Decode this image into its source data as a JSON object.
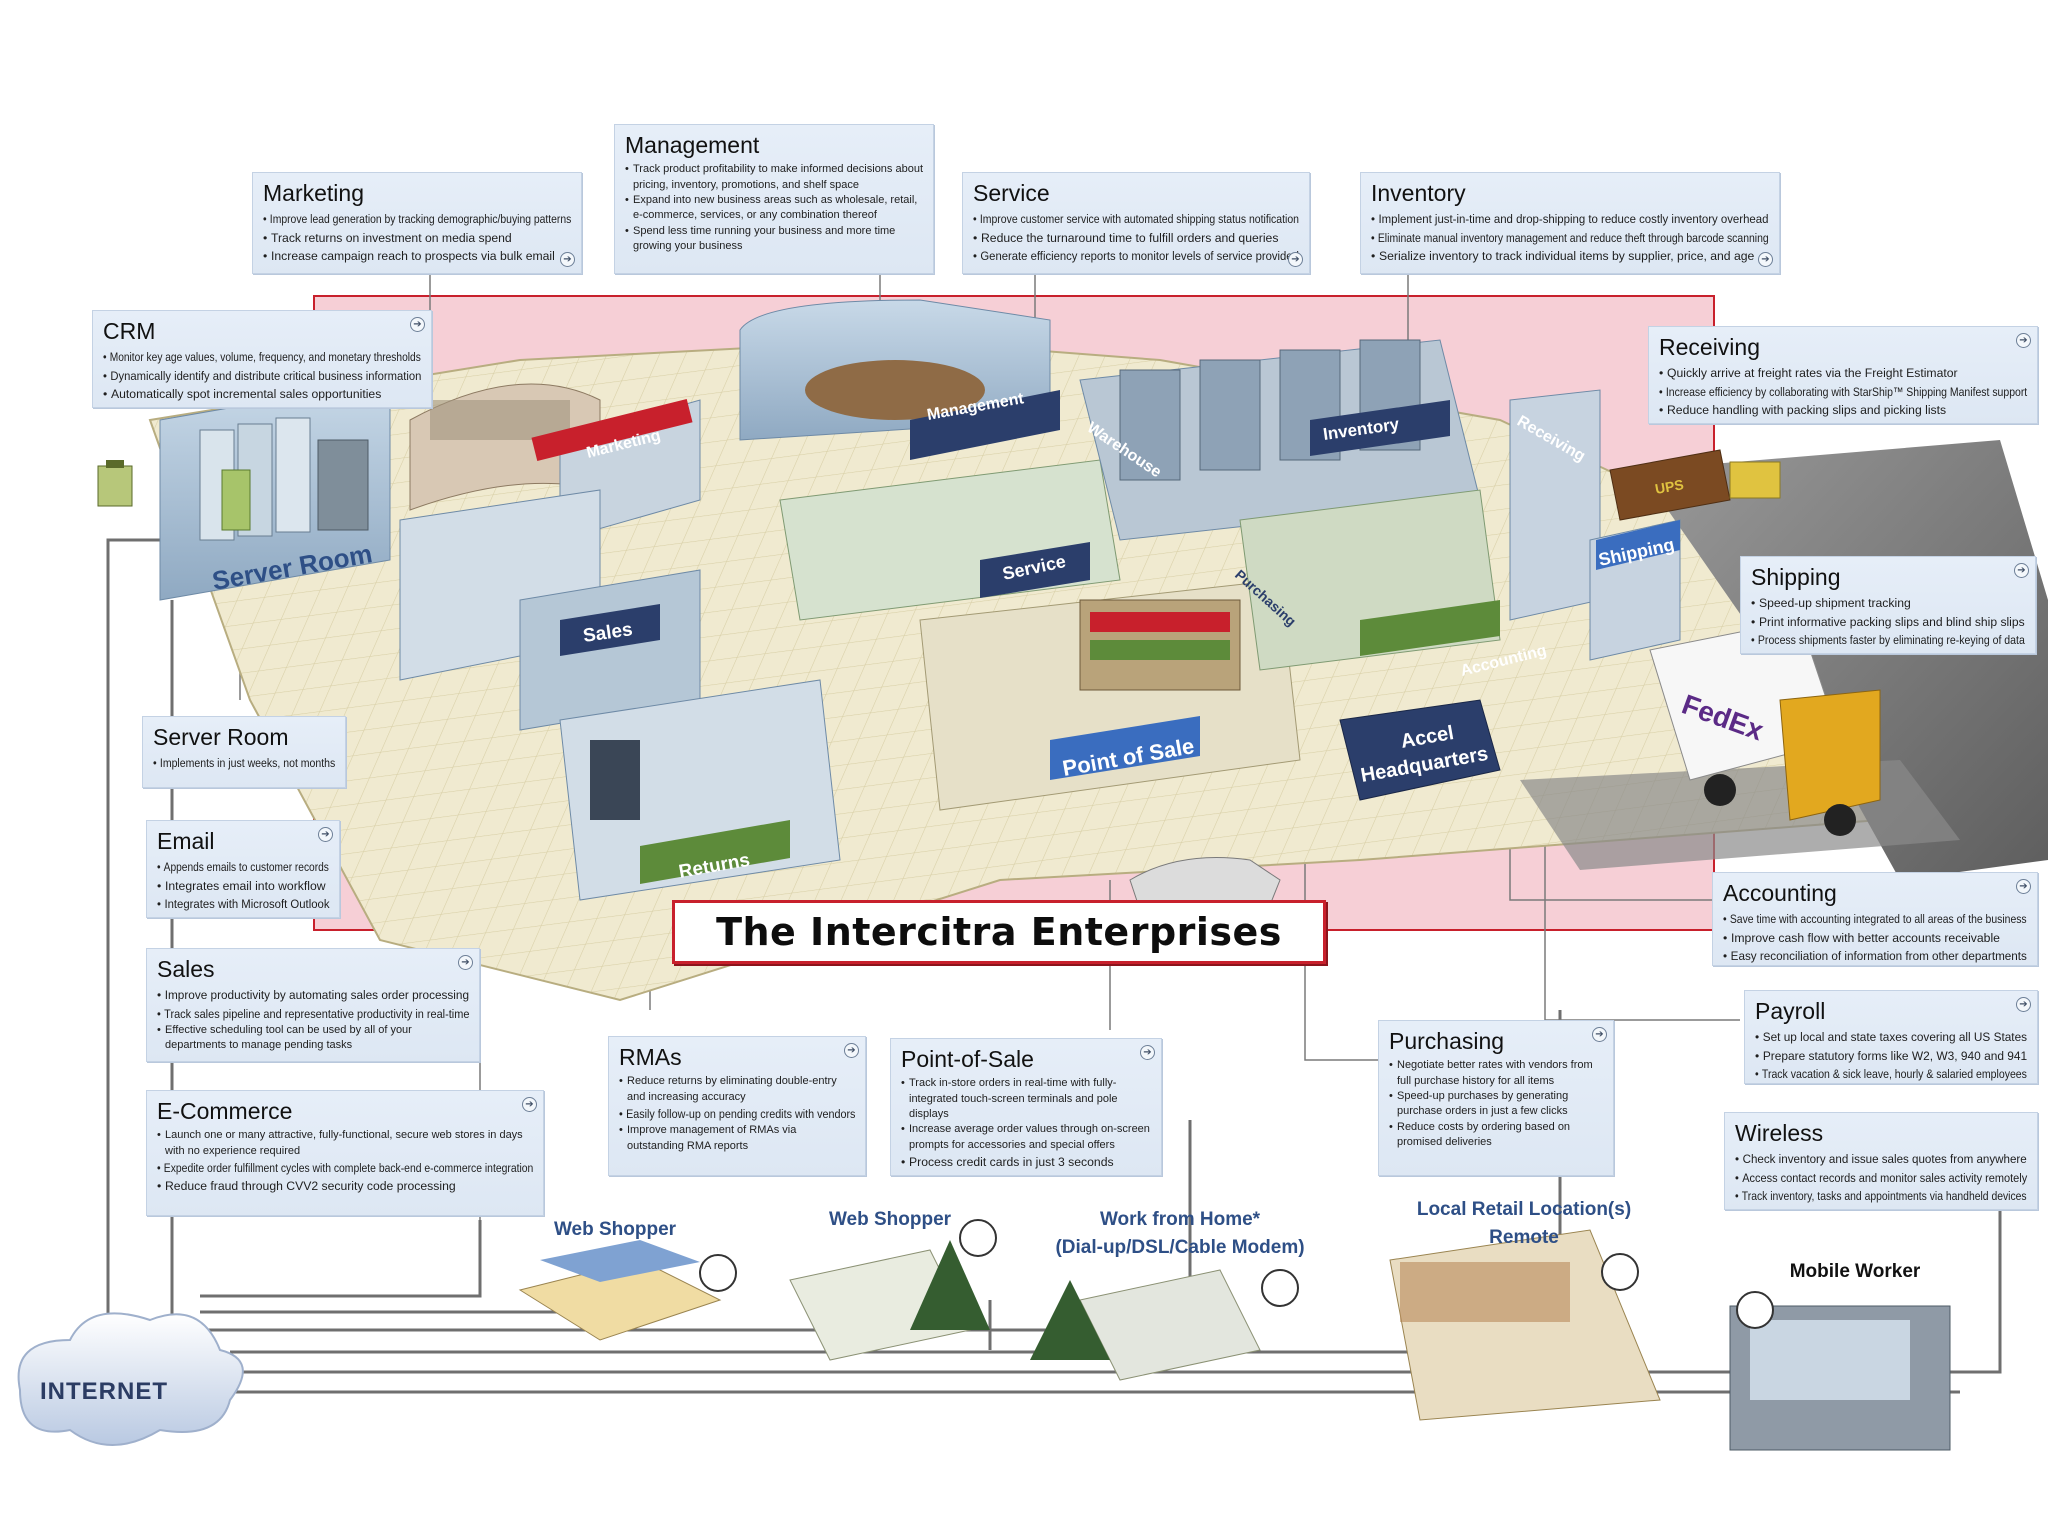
{
  "title": "The Intercitra Enterprises",
  "callouts": {
    "marketing": {
      "title": "Marketing",
      "items": [
        "Improve lead generation by tracking demographic/buying patterns",
        "Track returns on investment on media spend",
        "Increase campaign reach to prospects via bulk email"
      ]
    },
    "management": {
      "title": "Management",
      "items": [
        "Track product profitability to make informed decisions about pricing, inventory, promotions, and shelf space",
        "Expand into new business areas such as wholesale, retail, e-commerce, services, or any combination thereof",
        "Spend less time running your business and more time growing your business"
      ]
    },
    "service": {
      "title": "Service",
      "items": [
        "Improve customer service with automated shipping status notification",
        "Reduce the turnaround time to fulfill orders and queries",
        "Generate efficiency reports to monitor levels of service provided"
      ]
    },
    "inventory": {
      "title": "Inventory",
      "items": [
        "Implement just-in-time and drop-shipping to reduce costly inventory overhead",
        "Eliminate manual inventory management and reduce theft through barcode scanning",
        "Serialize inventory to track individual items by supplier, price, and age"
      ]
    },
    "crm": {
      "title": "CRM",
      "items": [
        "Monitor key age values, volume, frequency, and monetary thresholds",
        "Dynamically identify and distribute critical business information",
        "Automatically spot incremental sales opportunities"
      ]
    },
    "receiving": {
      "title": "Receiving",
      "items": [
        "Quickly arrive at freight rates via the Freight Estimator",
        "Increase efficiency by collaborating with StarShip™ Shipping Manifest support",
        "Reduce handling with packing slips and picking lists"
      ]
    },
    "shipping": {
      "title": "Shipping",
      "items": [
        "Speed-up shipment tracking",
        "Print informative packing slips and blind ship slips",
        "Process shipments faster by eliminating re-keying of data"
      ]
    },
    "server_room": {
      "title": "Server Room",
      "items": [
        "Implements in just weeks, not months"
      ]
    },
    "email": {
      "title": "Email",
      "items": [
        "Appends emails to customer records",
        "Integrates email into workflow",
        "Integrates with Microsoft Outlook"
      ]
    },
    "accounting": {
      "title": "Accounting",
      "items": [
        "Save time with accounting integrated to all areas of the business",
        "Improve cash flow with better accounts receivable",
        "Easy reconciliation of information from other departments"
      ]
    },
    "sales": {
      "title": "Sales",
      "items": [
        "Improve productivity by automating sales order processing",
        "Track sales pipeline and representative productivity in real-time",
        "Effective scheduling tool can be used by all of your departments to manage pending tasks"
      ]
    },
    "payroll": {
      "title": "Payroll",
      "items": [
        "Set up local and state taxes covering all US States",
        "Prepare statutory forms like W2, W3, 940 and 941",
        "Track vacation & sick leave, hourly & salaried employees"
      ]
    },
    "purchasing": {
      "title": "Purchasing",
      "items": [
        "Negotiate better rates with vendors from full purchase history for all items",
        "Speed-up purchases by generating purchase orders in just a few clicks",
        "Reduce costs by ordering based on promised deliveries"
      ]
    },
    "rmas": {
      "title": "RMAs",
      "items": [
        "Reduce returns by eliminating double-entry and increasing accuracy",
        "Easily follow-up on pending credits with vendors",
        "Improve management of RMAs via outstanding RMA reports"
      ]
    },
    "pos": {
      "title": "Point-of-Sale",
      "items": [
        "Track in-store orders in real-time with fully-integrated touch-screen terminals and pole displays",
        "Increase average order values through on-screen prompts for accessories and special offers",
        "Process credit cards in just 3 seconds"
      ]
    },
    "wireless": {
      "title": "Wireless",
      "items": [
        "Check inventory and issue sales quotes from anywhere",
        "Access contact records and monitor sales activity remotely",
        "Track inventory, tasks and appointments via handheld devices"
      ]
    },
    "ecommerce": {
      "title": "E-Commerce",
      "items": [
        "Launch one or many attractive, fully-functional, secure web stores in days with no experience required",
        "Expedite order fulfillment cycles with complete back-end e-commerce integration",
        "Reduce fraud through CVV2 security code processing"
      ]
    }
  },
  "floor_labels": {
    "server_room": "Server Room",
    "marketing": "Marketing",
    "management": "Management",
    "sales": "Sales",
    "service": "Service",
    "warehouse": "Warehouse",
    "inventory": "Inventory",
    "receiving": "Receiving",
    "shipping": "Shipping",
    "purchasing": "Purchasing",
    "accounting": "Accounting",
    "point_of_sale": "Point of Sale",
    "returns": "Returns",
    "hq_line1": "Accel",
    "hq_line2": "Headquarters",
    "fedex": "FedEx",
    "ups": "UPS"
  },
  "remote": {
    "web_shopper_1": "Web Shopper",
    "web_shopper_2": "Web Shopper",
    "work_from_home_line1": "Work from Home*",
    "work_from_home_line2": "(Dial-up/DSL/Cable Modem)",
    "local_retail_line1": "Local Retail Location(s)",
    "local_retail_line2": "Remote",
    "mobile_worker": "Mobile Worker"
  },
  "internet": "INTERNET",
  "colors": {
    "floor_backdrop": "#f6cfd6",
    "backdrop_border": "#c8202c",
    "callout_bg": "#e3ecf7",
    "label_blue": "#2e4f86",
    "tile": "#efe9c8",
    "wall": "#a9c2d8",
    "accent_red": "#c8202c"
  }
}
